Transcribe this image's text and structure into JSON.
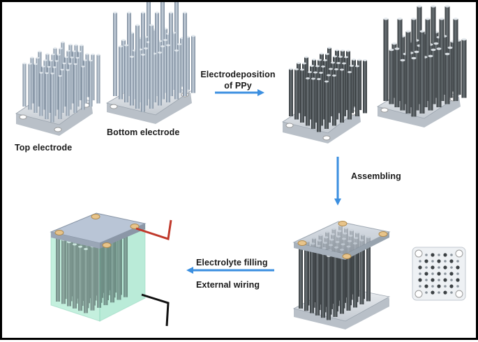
{
  "labels": {
    "top_electrode": "Top electrode",
    "bottom_electrode": "Bottom electrode",
    "electrodeposition_line1": "Electrodeposition",
    "electrodeposition_line2": "of PPy",
    "assembling": "Assembling",
    "electrolyte_filling": "Electrolyte filling",
    "external_wiring": "External wiring"
  },
  "colors": {
    "arrow": "#3b8fe0",
    "plain_pillar": "#9aa8b8",
    "ppy_pillar": "#4a4f52",
    "plate": "#d9dde2",
    "electrolyte": "#9fe3c9",
    "pad": "#e8c48a",
    "wire_red": "#c0392b",
    "wire_black": "#111111"
  }
}
